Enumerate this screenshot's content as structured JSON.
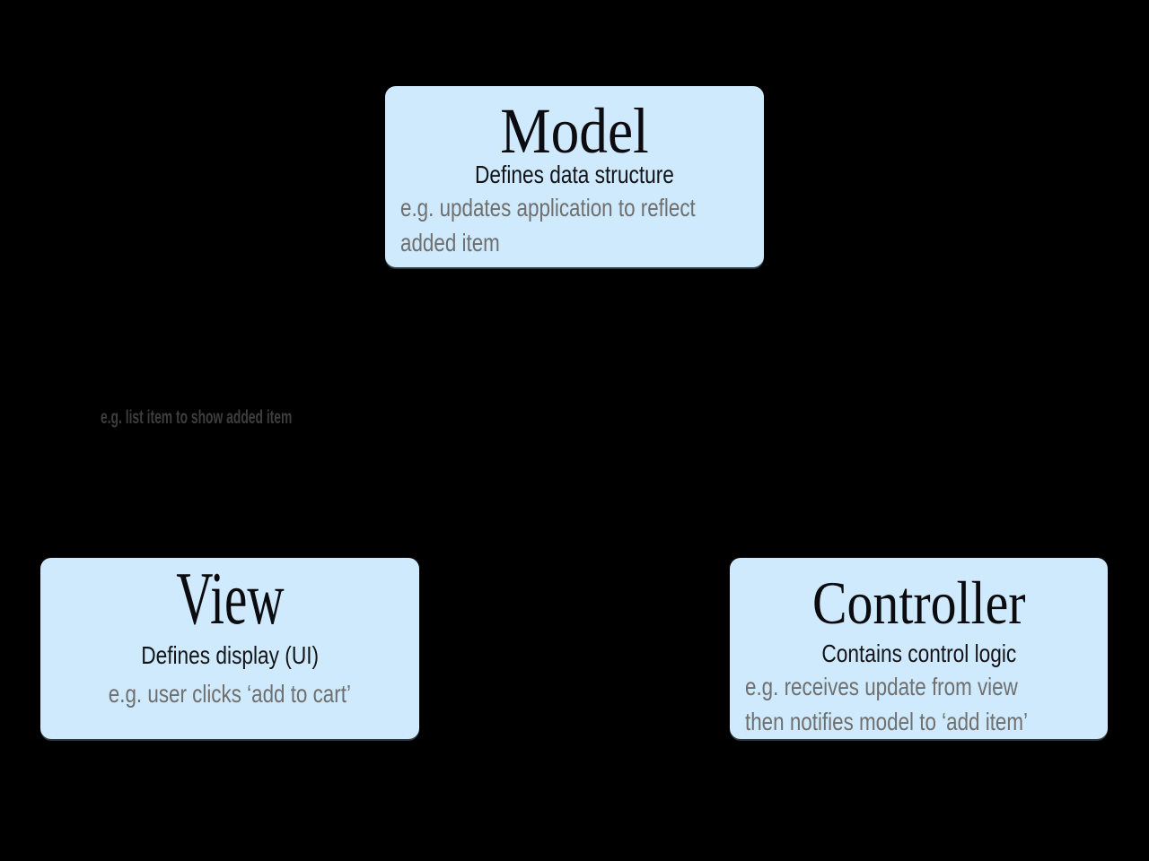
{
  "diagram": {
    "background_color": "#000000",
    "node_fill_color": "#cfeafc",
    "title_color": "#0b0b10",
    "subtitle_color": "#131318",
    "example_text_color": "#6f6f6f",
    "annotation_color": "#3d3d3d",
    "nodes": {
      "model": {
        "title": "Model",
        "subtitle": "Defines data structure",
        "example_line1": "e.g. updates application to reflect",
        "example_line2": "added item"
      },
      "view": {
        "title": "View",
        "subtitle": "Defines display (UI)",
        "example_line1": "e.g. user clicks ‘add to cart’"
      },
      "controller": {
        "title": "Controller",
        "subtitle": "Contains control logic",
        "example_line1": "e.g. receives update from view",
        "example_line2": "then notifies model to ‘add item’"
      }
    },
    "annotation": "e.g. list item to show added item"
  }
}
